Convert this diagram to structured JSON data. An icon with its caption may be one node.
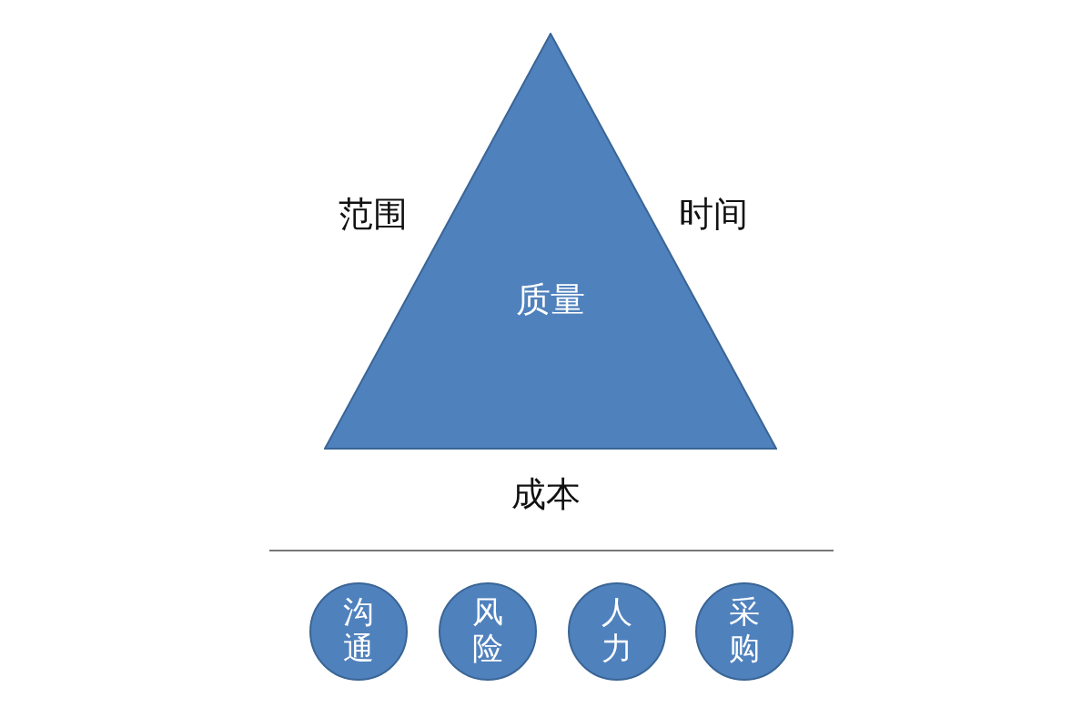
{
  "diagram": {
    "nodes": [
      {
        "text": [
          "质量"
        ],
        "beside": [
          "范围",
          "时间",
          "成本"
        ]
      },
      {
        "text": [
          "沟通"
        ]
      },
      {
        "text": [
          "风险"
        ]
      },
      {
        "text": [
          "人力"
        ]
      },
      {
        "text": [
          "采购"
        ]
      }
    ]
  }
}
